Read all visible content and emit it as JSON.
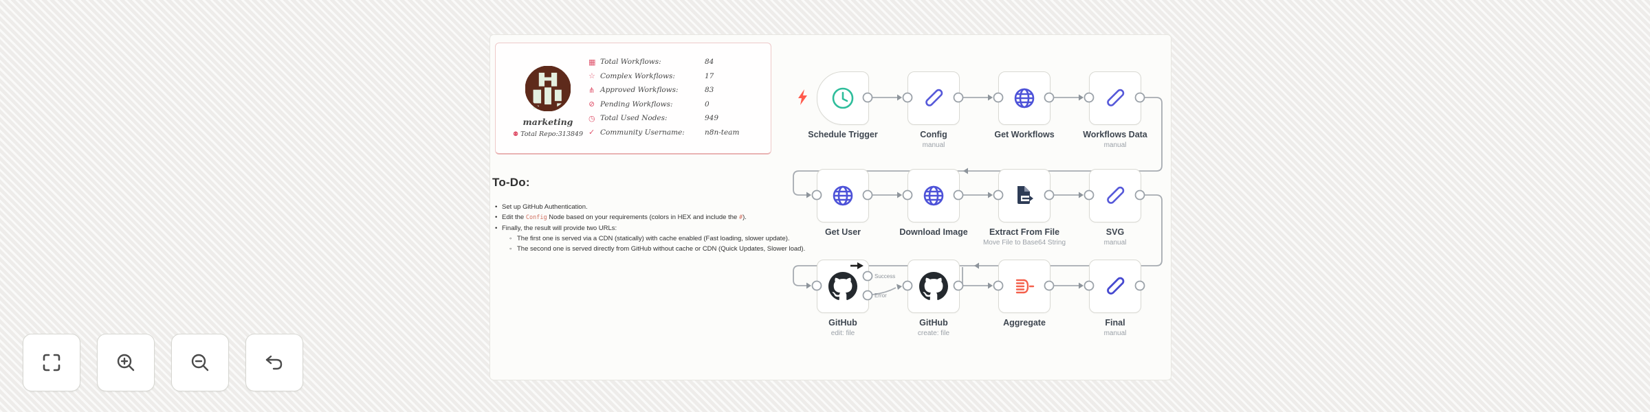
{
  "profile_card": {
    "name": "marketing",
    "repo_line": "Total Repo:313849",
    "stats": [
      {
        "icon": "workflow-grid-icon",
        "glyph": "▦",
        "label": "Total Workflows:",
        "value": "84"
      },
      {
        "icon": "star-icon",
        "glyph": "☆",
        "label": "Complex Workflows:",
        "value": "17"
      },
      {
        "icon": "fork-icon",
        "glyph": "⋔",
        "label": "Approved Workflows:",
        "value": "83"
      },
      {
        "icon": "blocked-icon",
        "glyph": "⊘",
        "label": "Pending Workflows:",
        "value": "0"
      },
      {
        "icon": "clock-icon",
        "glyph": "◷",
        "label": "Total Used Nodes:",
        "value": "949"
      },
      {
        "icon": "check-icon",
        "glyph": "✓",
        "label": "Community Username:",
        "value": "n8n-team"
      }
    ],
    "repo_icon_glyph": "⚉"
  },
  "todo": {
    "heading": "To-Do:",
    "item1": "Set up GitHub Authentication.",
    "item2_pre": "Edit the ",
    "item2_code": "Config",
    "item2_mid": " Node based on your requirements (colors in HEX and include the ",
    "item2_code2": "#",
    "item2_post": ").",
    "item3": "Finally, the result will provide two URLs:",
    "item3a": "The first one is served via a CDN (statically) with cache enabled (Fast loading, slower update).",
    "item3b": "The second one is served directly from GitHub without cache or CDN (Quick Updates, Slower load)."
  },
  "workflow": {
    "nodes": [
      {
        "label": "Schedule Trigger",
        "sublabel": "",
        "icon": "clock-icon"
      },
      {
        "label": "Config",
        "sublabel": "manual",
        "icon": "pencil-icon"
      },
      {
        "label": "Get Workflows",
        "sublabel": "",
        "icon": "globe-icon"
      },
      {
        "label": "Workflows Data",
        "sublabel": "manual",
        "icon": "pencil-icon"
      },
      {
        "label": "Get User",
        "sublabel": "",
        "icon": "globe-icon"
      },
      {
        "label": "Download Image",
        "sublabel": "",
        "icon": "globe-icon"
      },
      {
        "label": "Extract From File",
        "sublabel": "Move File to Base64 String",
        "icon": "file-export-icon"
      },
      {
        "label": "SVG",
        "sublabel": "manual",
        "icon": "pencil-icon"
      },
      {
        "label": "GitHub",
        "sublabel": "edit: file",
        "icon": "github-icon"
      },
      {
        "label": "GitHub",
        "sublabel": "create: file",
        "icon": "github-icon"
      },
      {
        "label": "Aggregate",
        "sublabel": "",
        "icon": "aggregate-icon"
      },
      {
        "label": "Final",
        "sublabel": "manual",
        "icon": "pencil-icon"
      }
    ],
    "output_labels": {
      "success": "Success",
      "error": "Error"
    }
  },
  "colors": {
    "trigger_accent": "#2ebd9b",
    "pencil": "#5558d9",
    "globe": "#4d52d8",
    "file_export": "#2e3c56",
    "github": "#24292e",
    "aggregate": "#f4604c",
    "bolt": "#ff5a4c",
    "wire": "#a6abb1",
    "pink_accent": "#e0566e"
  },
  "controls": [
    {
      "name": "fit-view"
    },
    {
      "name": "zoom-in"
    },
    {
      "name": "zoom-out"
    },
    {
      "name": "undo"
    }
  ]
}
